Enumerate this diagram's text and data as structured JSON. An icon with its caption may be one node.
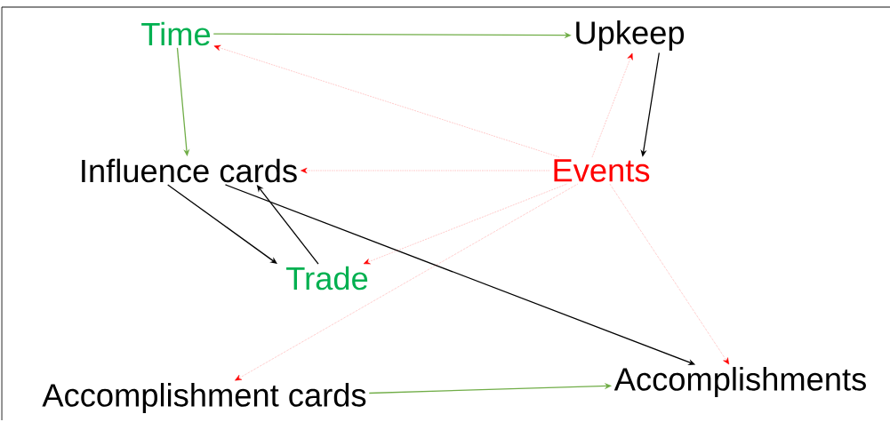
{
  "diagram": {
    "nodes": [
      {
        "text": [
          "Time"
        ]
      },
      {
        "text": [
          "Upkeep"
        ]
      },
      {
        "text": [
          "Influence cards"
        ]
      },
      {
        "text": [
          "Events"
        ]
      },
      {
        "text": [
          "Trade"
        ]
      },
      {
        "text": [
          "Accomplishment cards"
        ]
      },
      {
        "text": [
          "Accomplishments"
        ]
      }
    ],
    "edges": [
      {
        "from": 0,
        "to": 1,
        "arrow": "to",
        "color": "#70ad47"
      },
      {
        "from": 0,
        "to": 2,
        "arrow": "to",
        "color": "#70ad47"
      },
      {
        "from": 3,
        "to": 0,
        "arrow": "to",
        "style": "dashed",
        "color": "#ff0000"
      },
      {
        "from": 3,
        "to": 1,
        "arrow": "to",
        "style": "dashed",
        "color": "#ff0000"
      },
      {
        "from": 1,
        "to": 3,
        "arrow": "to",
        "color": "#000000"
      },
      {
        "from": 3,
        "to": 2,
        "arrow": "to",
        "style": "dashed",
        "color": "#ff0000"
      },
      {
        "from": 2,
        "to": 4,
        "arrow": "to",
        "color": "#000000"
      },
      {
        "from": 4,
        "to": 2,
        "arrow": "to",
        "color": "#000000"
      },
      {
        "from": 2,
        "to": 6,
        "arrow": "to",
        "color": "#000000"
      },
      {
        "from": 3,
        "to": 4,
        "arrow": "to",
        "style": "dashed",
        "color": "#ff0000"
      },
      {
        "from": 3,
        "to": 5,
        "arrow": "to",
        "style": "dashed",
        "color": "#ff0000"
      },
      {
        "from": 3,
        "to": 6,
        "arrow": "to",
        "style": "dashed",
        "color": "#ff0000"
      },
      {
        "from": 5,
        "to": 6,
        "arrow": "to",
        "color": "#70ad47"
      }
    ]
  }
}
